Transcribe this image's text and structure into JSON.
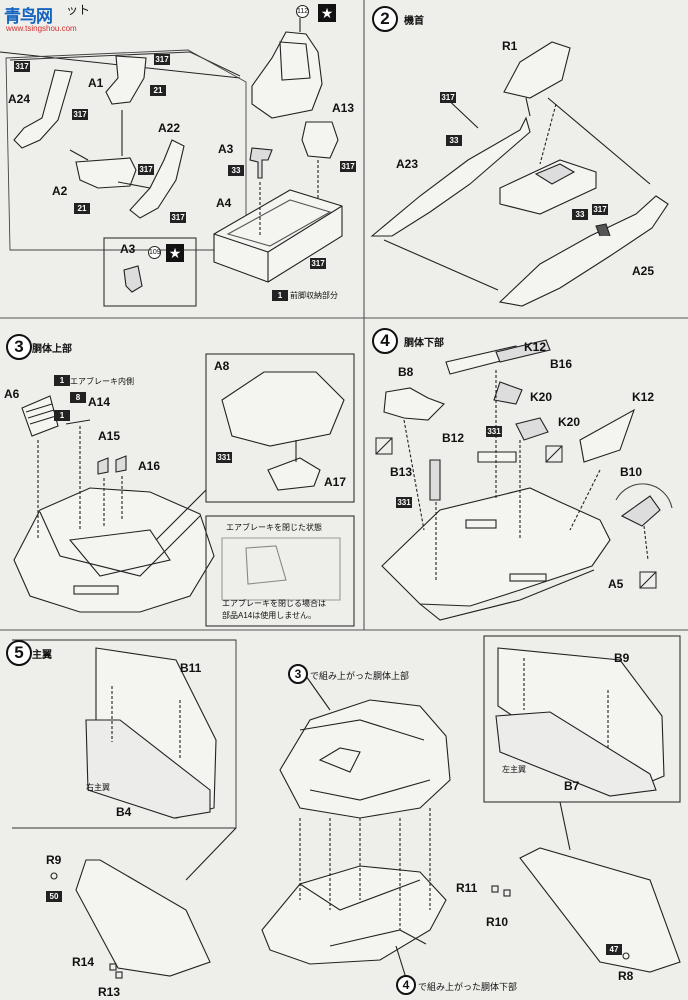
{
  "watermark": {
    "brand": "青鸟网",
    "brand_suffix": "ット",
    "url": "www.tsingshou.com"
  },
  "steps": [
    {
      "num": "2",
      "title": "機首"
    },
    {
      "num": "3",
      "title": "胴体上部"
    },
    {
      "num": "4",
      "title": "胴体下部"
    },
    {
      "num": "5",
      "title": "主翼"
    }
  ],
  "step1": {
    "labels": {
      "a24": "A24",
      "a1": "A1",
      "a2": "A2",
      "a22": "A22",
      "a3": "A3",
      "a3b": "A3",
      "a4": "A4",
      "a13": "A13"
    },
    "codes": {
      "c317a": "317",
      "c317b": "317",
      "c317c": "317",
      "c317d": "317",
      "c317e": "317",
      "c317f": "317",
      "c317g": "317",
      "c21a": "21",
      "c21b": "21",
      "c33": "33",
      "c1": "1"
    },
    "circles": {
      "p112": "112",
      "p109": "109"
    },
    "note_front_gear": "前脚収納部分"
  },
  "step2": {
    "labels": {
      "r1": "R1",
      "a23": "A23",
      "a25": "A25"
    },
    "codes": {
      "c317a": "317",
      "c33a": "33",
      "c33b": "33",
      "c317b": "317"
    }
  },
  "step3": {
    "labels": {
      "a6": "A6",
      "a14": "A14",
      "a15": "A15",
      "a16": "A16",
      "a8": "A8",
      "a17": "A17"
    },
    "codes": {
      "c1a": "1",
      "c8": "8",
      "c1b": "1",
      "c331": "331"
    },
    "note_airbrake_inner": "エアブレーキ内側",
    "inset_title": "エアブレーキを閉じた状態",
    "inset_note1": "エアブレーキを閉じる場合は",
    "inset_note2": "部品A14は使用しません。"
  },
  "step4": {
    "labels": {
      "k12a": "K12",
      "b16": "B16",
      "b8": "B8",
      "k20a": "K20",
      "k12b": "K12",
      "k20b": "K20",
      "b12": "B12",
      "b13": "B13",
      "b10": "B10",
      "a5": "A5"
    },
    "codes": {
      "c331a": "331",
      "c331b": "331"
    }
  },
  "step5": {
    "labels": {
      "b11": "B11",
      "b4": "B4",
      "r9": "R9",
      "r14": "R14",
      "r13": "R13",
      "b9": "B9",
      "b7": "B7",
      "r11": "R11",
      "r10": "R10",
      "r8": "R8"
    },
    "codes": {
      "c50": "50",
      "c47": "47"
    },
    "note_right_wing": "右主翼",
    "note_left_wing": "左主翼",
    "ref3_num": "3",
    "ref3_text": "で組み上がった胴体上部",
    "ref4_num": "4",
    "ref4_text": "で組み上がった胴体下部"
  }
}
